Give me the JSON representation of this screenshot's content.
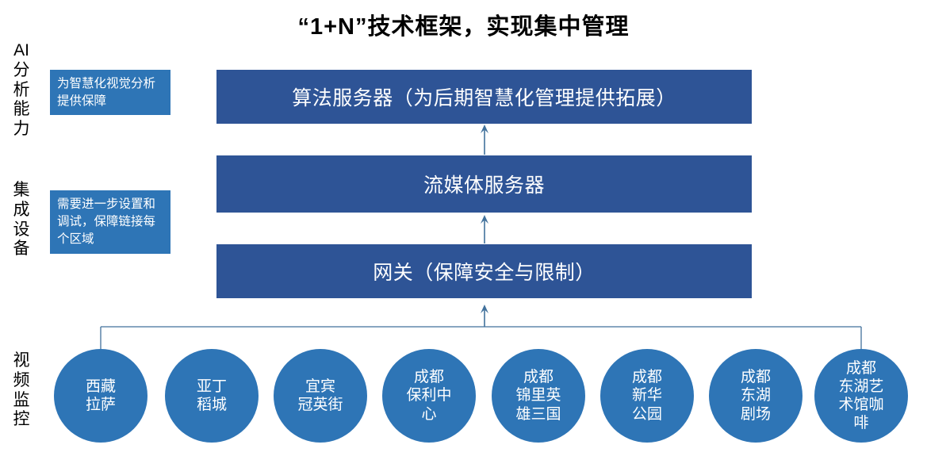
{
  "title": "“1+N”技术框架，实现集中管理",
  "side_labels": [
    {
      "id": "ai-analysis",
      "text": "AI分析能力"
    },
    {
      "id": "integrated-device",
      "text": "集成设备"
    },
    {
      "id": "video-surveillance",
      "text": "视频监控"
    }
  ],
  "callouts": [
    {
      "id": "ai-callout",
      "text": "为智慧化视觉分析提供保障"
    },
    {
      "id": "device-callout",
      "text": "需要进一步设置和调试，保障链接每个区域"
    }
  ],
  "layers": [
    {
      "id": "algorithm-server",
      "label": "算法服务器（为后期智慧化管理提供拓展）"
    },
    {
      "id": "streaming-server",
      "label": "流媒体服务器"
    },
    {
      "id": "gateway",
      "label": "网关（保障安全与限制）"
    }
  ],
  "sites": [
    {
      "id": "site-xizang-lasa",
      "lines": [
        "西藏",
        "拉萨"
      ]
    },
    {
      "id": "site-yading-daocheng",
      "lines": [
        "亚丁",
        "稻城"
      ]
    },
    {
      "id": "site-yibin-guanyingjie",
      "lines": [
        "宜宾",
        "冠英街"
      ]
    },
    {
      "id": "site-chengdu-baoli",
      "lines": [
        "成都",
        "保利中",
        "心"
      ]
    },
    {
      "id": "site-chengdu-jinli",
      "lines": [
        "成都",
        "锦里英",
        "雄三国"
      ]
    },
    {
      "id": "site-chengdu-xinhua",
      "lines": [
        "成都",
        "新华",
        "公园"
      ]
    },
    {
      "id": "site-chengdu-donghu-theater",
      "lines": [
        "成都",
        "东湖",
        "剧场"
      ]
    },
    {
      "id": "site-chengdu-donghu-art-cafe",
      "lines": [
        "成都",
        "东湖艺",
        "术馆咖",
        "啡"
      ]
    }
  ],
  "colors": {
    "bar_blue": "#2E5496",
    "circle_blue": "#2E75B6",
    "connector_blue": "#41719C",
    "text_white": "#FFFFFF",
    "text_black": "#000000"
  }
}
